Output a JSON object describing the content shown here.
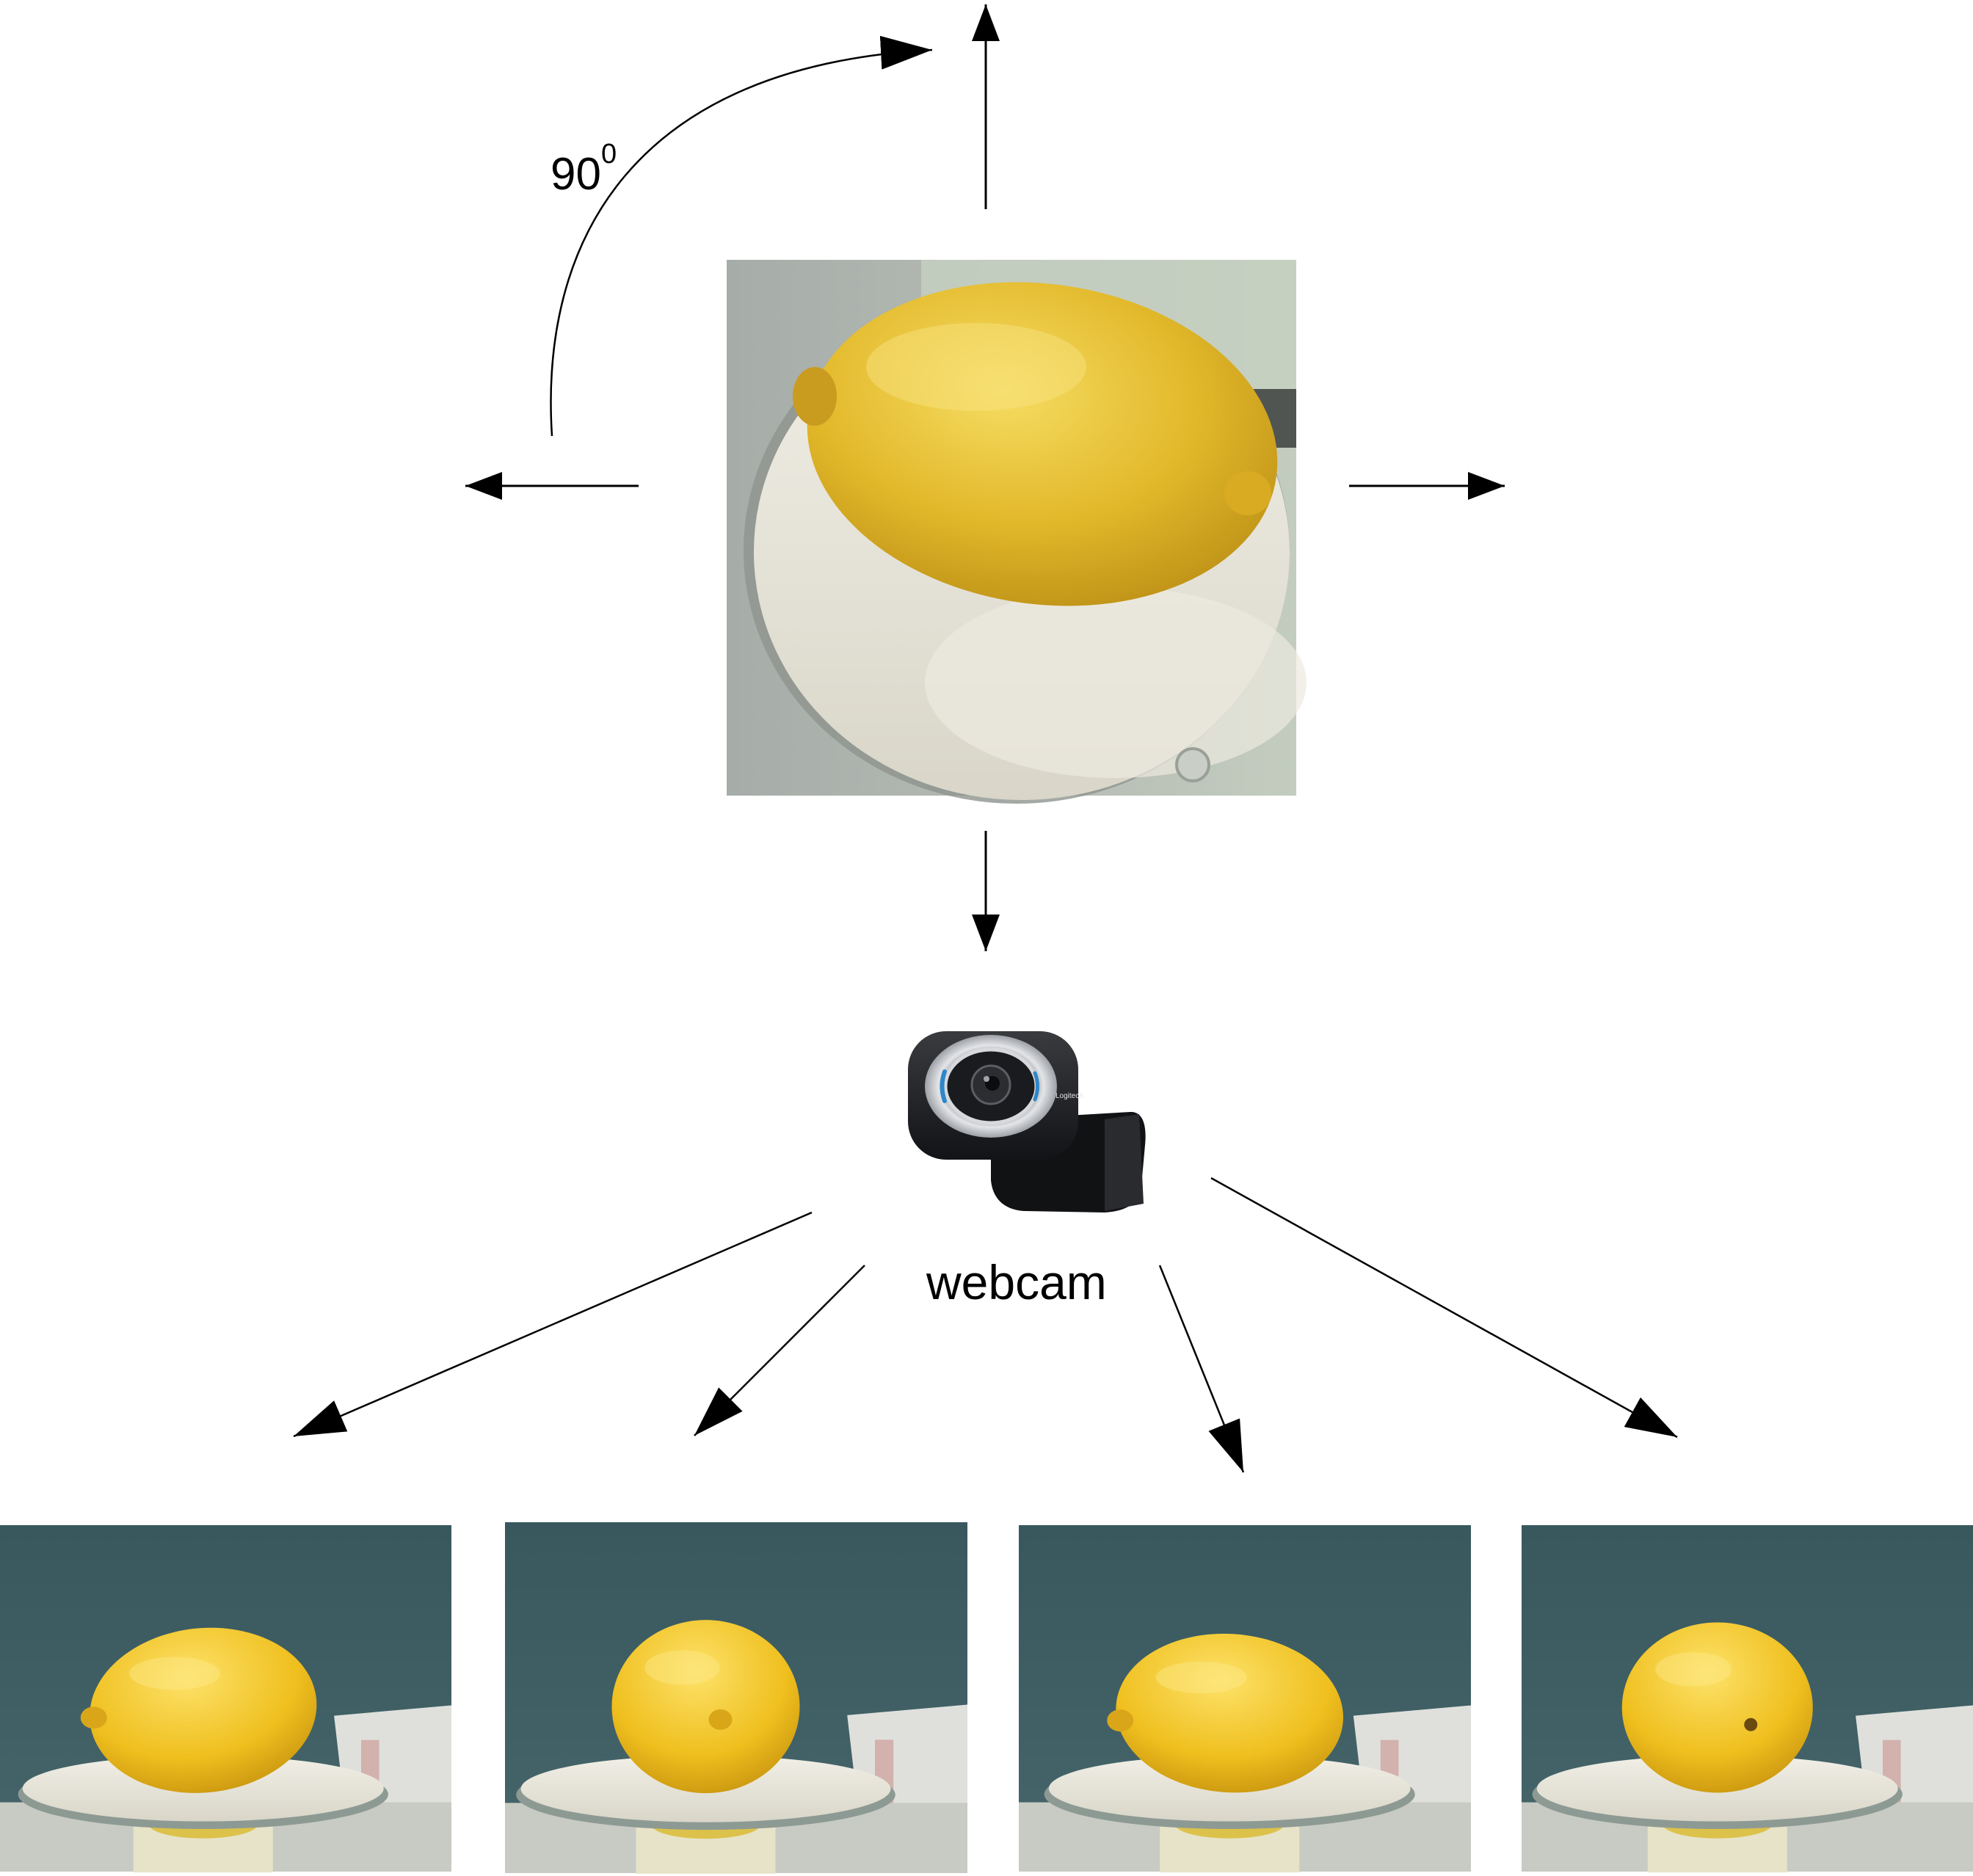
{
  "rotation_label": {
    "value": "90",
    "superscript": "0"
  },
  "webcam_label": "webcam",
  "colors": {
    "background": "#ffffff",
    "arrow": "#000000",
    "lemon": "#e4b92c",
    "lemon_shadow": "#b98c14",
    "lemon_highlight": "#f5dc6a",
    "turntable": "#ebe8dd",
    "wall_teal": "#3c5c62",
    "wall_grey": "#9ea6a2",
    "webcam_body": "#1e1f22",
    "webcam_ring": "#c9ccd1",
    "webcam_accent": "#2d87c8"
  },
  "icons": {
    "top_view": "lemon-top-view-photo",
    "camera": "webcam-icon",
    "side_views": [
      "lemon-side-view-photo",
      "lemon-side-view-photo",
      "lemon-side-view-photo",
      "lemon-side-view-photo"
    ]
  },
  "logo_text": "Logitech",
  "side_view_count": 4
}
